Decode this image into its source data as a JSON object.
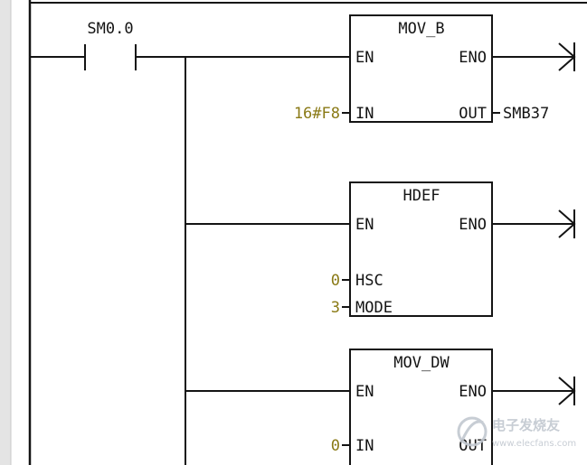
{
  "contact": {
    "label": "SM0.0"
  },
  "blocks": [
    {
      "title": "MOV_B",
      "en": "EN",
      "eno": "ENO",
      "inputs": [
        {
          "pin": "IN",
          "value": "16#F8"
        }
      ],
      "outputs": [
        {
          "pin": "OUT",
          "value": "SMB37"
        }
      ]
    },
    {
      "title": "HDEF",
      "en": "EN",
      "eno": "ENO",
      "inputs": [
        {
          "pin": "HSC",
          "value": "0"
        },
        {
          "pin": "MODE",
          "value": "3"
        }
      ],
      "outputs": []
    },
    {
      "title": "MOV_DW",
      "en": "EN",
      "eno": "ENO",
      "inputs": [
        {
          "pin": "IN",
          "value": "0"
        }
      ],
      "outputs": [
        {
          "pin": "OUT",
          "value": ""
        }
      ]
    }
  ],
  "colors": {
    "wire": "#141414",
    "operand": "#8a7a16",
    "gutter": "#e4e4e4",
    "background": "#ffffff"
  },
  "watermark": {
    "logo": "电子发烧友",
    "url": "www.elecfans.com"
  }
}
